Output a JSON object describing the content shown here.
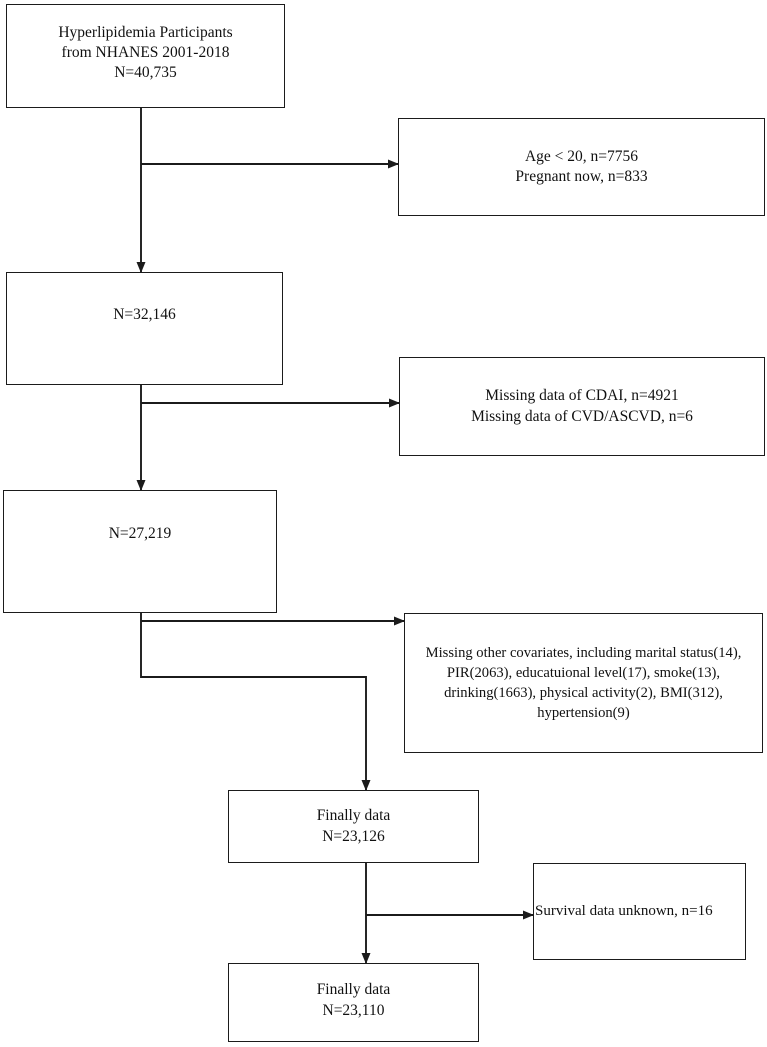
{
  "diagram": {
    "title": "Participant selection flow diagram",
    "line_color": "#1b1b1b",
    "background": "#ffffff",
    "nodes": {
      "cohort_initial": {
        "lines": [
          "Hyperlipidemia Participants",
          "from NHANES 2001-2018",
          "N=40,735"
        ]
      },
      "exclusion_1": {
        "lines": [
          "Age < 20, n=7756",
          "Pregnant now, n=833"
        ]
      },
      "cohort_2": {
        "lines": [
          "N=32,146"
        ]
      },
      "exclusion_2": {
        "lines": [
          "Missing data of CDAI, n=4921",
          "Missing data of CVD/ASCVD, n=6"
        ]
      },
      "cohort_3": {
        "lines": [
          "N=27,219"
        ]
      },
      "exclusion_3": {
        "lines": [
          "Missing other covariates, including marital status(14),",
          "PIR(2063), educatuional level(17), smoke(13),",
          "drinking(1663), physical activity(2), BMI(312),",
          "hypertension(9)"
        ]
      },
      "final_1": {
        "lines": [
          "Finally data",
          "N=23,126"
        ]
      },
      "exclusion_4": {
        "lines": [
          "Survival data unknown, n=16"
        ]
      },
      "final_2": {
        "lines": [
          "Finally data",
          "N=23,110"
        ]
      }
    }
  }
}
